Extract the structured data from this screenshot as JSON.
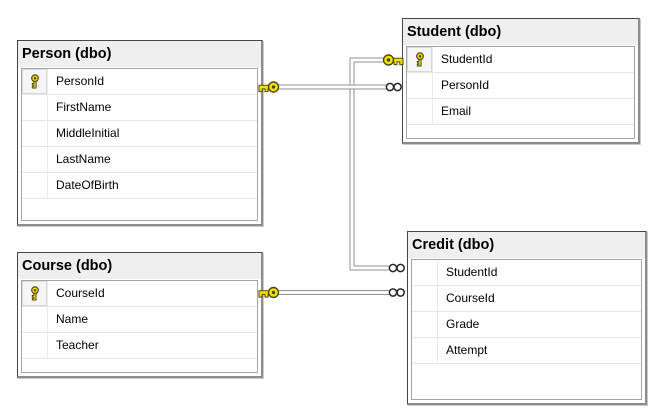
{
  "diagram": {
    "tables": [
      {
        "title": "Person (dbo)",
        "name": "Person",
        "schema": "dbo",
        "columns": [
          {
            "name": "PersonId",
            "primary_key": true
          },
          {
            "name": "FirstName",
            "primary_key": false
          },
          {
            "name": "MiddleInitial",
            "primary_key": false
          },
          {
            "name": "LastName",
            "primary_key": false
          },
          {
            "name": "DateOfBirth",
            "primary_key": false
          }
        ]
      },
      {
        "title": "Student (dbo)",
        "name": "Student",
        "schema": "dbo",
        "columns": [
          {
            "name": "StudentId",
            "primary_key": true
          },
          {
            "name": "PersonId",
            "primary_key": false
          },
          {
            "name": "Email",
            "primary_key": false
          }
        ]
      },
      {
        "title": "Course (dbo)",
        "name": "Course",
        "schema": "dbo",
        "columns": [
          {
            "name": "CourseId",
            "primary_key": true
          },
          {
            "name": "Name",
            "primary_key": false
          },
          {
            "name": "Teacher",
            "primary_key": false
          }
        ]
      },
      {
        "title": "Credit (dbo)",
        "name": "Credit",
        "schema": "dbo",
        "columns": [
          {
            "name": "StudentId",
            "primary_key": false
          },
          {
            "name": "CourseId",
            "primary_key": false
          },
          {
            "name": "Grade",
            "primary_key": false
          },
          {
            "name": "Attempt",
            "primary_key": false
          }
        ]
      }
    ],
    "relationships": [
      {
        "one_side": {
          "table": "Person",
          "column": "PersonId",
          "icon": "key-icon"
        },
        "many_side": {
          "table": "Student",
          "column": "PersonId",
          "icon": "infinity-icon"
        }
      },
      {
        "one_side": {
          "table": "Student",
          "column": "StudentId",
          "icon": "key-icon"
        },
        "many_side": {
          "table": "Credit",
          "column": "StudentId",
          "icon": "infinity-icon"
        }
      },
      {
        "one_side": {
          "table": "Course",
          "column": "CourseId",
          "icon": "key-icon"
        },
        "many_side": {
          "table": "Credit",
          "column": "CourseId",
          "icon": "infinity-icon"
        }
      }
    ],
    "colors": {
      "canvas_bg": "#ffffff",
      "title_bar_bg": "#efefef",
      "window_border_dark": "#454545",
      "window_border_shadow": "#8c8c8c",
      "grid_border": "#a5a5a5",
      "row_divider": "#e6e6e6",
      "connector_gray": "#909090",
      "key_yellow": "#f7df00",
      "key_outline": "#4a4a10",
      "text": "#000000"
    }
  }
}
